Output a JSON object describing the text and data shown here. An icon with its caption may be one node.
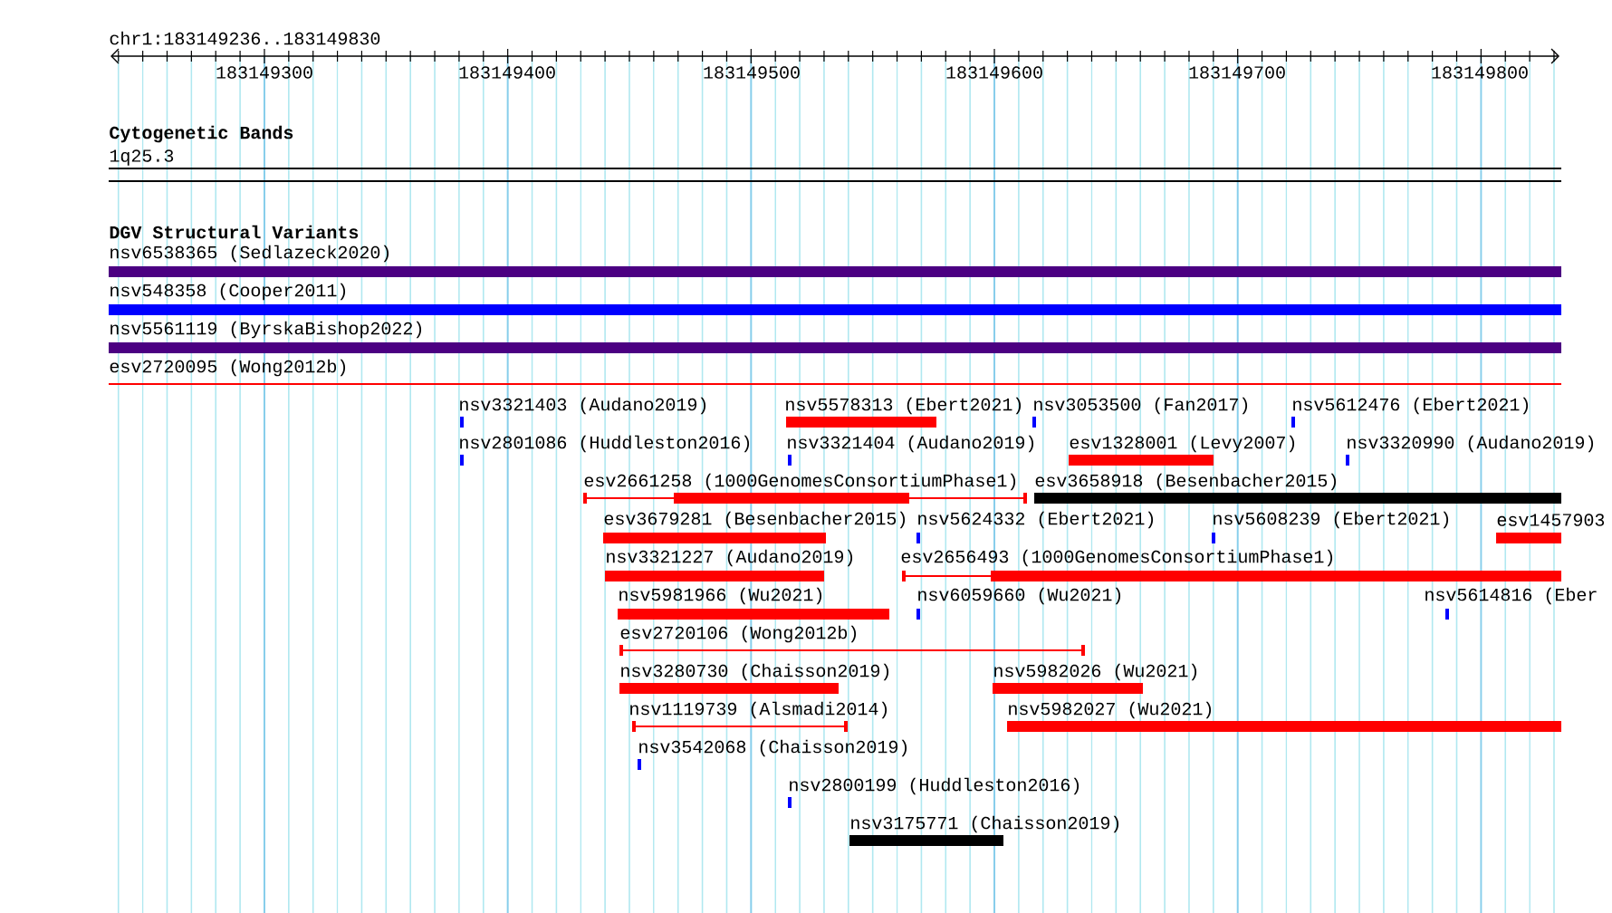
{
  "diagram": {
    "nodes": [
      {
        "text": [
          "nsv6538365 (Sedlazeck2020)"
        ]
      },
      {
        "text": [
          "nsv548358 (Cooper2011)"
        ]
      },
      {
        "text": [
          "nsv5561119 (ByrskaBishop2022)"
        ]
      },
      {
        "text": [
          "esv2720095 (Wong2012b)"
        ]
      },
      {
        "text": [
          "nsv3321403 (Audano2019)"
        ]
      },
      {
        "text": [
          "nsv5578313 (Ebert2021)"
        ]
      },
      {
        "text": [
          "nsv3053500 (Fan2017)"
        ]
      },
      {
        "text": [
          "nsv5612476 (Ebert2021)"
        ]
      },
      {
        "text": [
          "nsv2801086 (Huddleston2016)"
        ]
      },
      {
        "text": [
          "nsv3321404 (Audano2019)"
        ]
      },
      {
        "text": [
          "esv1328001 (Levy2007)"
        ]
      },
      {
        "text": [
          "nsv3320990 (Audano2019)"
        ]
      },
      {
        "text": [
          "esv2661258 (1000GenomesConsortiumPhase1)"
        ]
      },
      {
        "text": [
          "esv3658918 (Besenbacher2015)"
        ]
      },
      {
        "text": [
          "esv3679281 (Besenbacher2015)"
        ]
      },
      {
        "text": [
          "nsv5624332 (Ebert2021)"
        ]
      },
      {
        "text": [
          "nsv5608239 (Ebert2021)"
        ]
      },
      {
        "text": [
          "esv1457903"
        ]
      },
      {
        "text": [
          "nsv3321227 (Audano2019)"
        ]
      },
      {
        "text": [
          "esv2656493 (1000GenomesConsortiumPhase1)"
        ]
      },
      {
        "text": [
          "nsv5981966 (Wu2021)"
        ]
      },
      {
        "text": [
          "nsv6059660 (Wu2021)"
        ]
      },
      {
        "text": [
          "nsv5614816 (Eber"
        ]
      },
      {
        "text": [
          "esv2720106 (Wong2012b)"
        ]
      },
      {
        "text": [
          "nsv3280730 (Chaisson2019)"
        ]
      },
      {
        "text": [
          "nsv5982026 (Wu2021)"
        ]
      },
      {
        "text": [
          "nsv1119739 (Alsmadi2014)"
        ]
      },
      {
        "text": [
          "nsv5982027 (Wu2021)"
        ]
      },
      {
        "text": [
          "nsv3542068 (Chaisson2019)"
        ]
      },
      {
        "text": [
          "nsv2800199 (Huddleston2016)"
        ]
      },
      {
        "text": [
          "nsv3175771 (Chaisson2019)"
        ]
      }
    ],
    "labels": [
      "chr1:183149236..183149830",
      "183149300",
      "183149400",
      "183149500",
      "183149600",
      "183149700",
      "183149800",
      "Cytogenetic Bands",
      "1q25.3",
      "DGV Structural Variants"
    ]
  }
}
